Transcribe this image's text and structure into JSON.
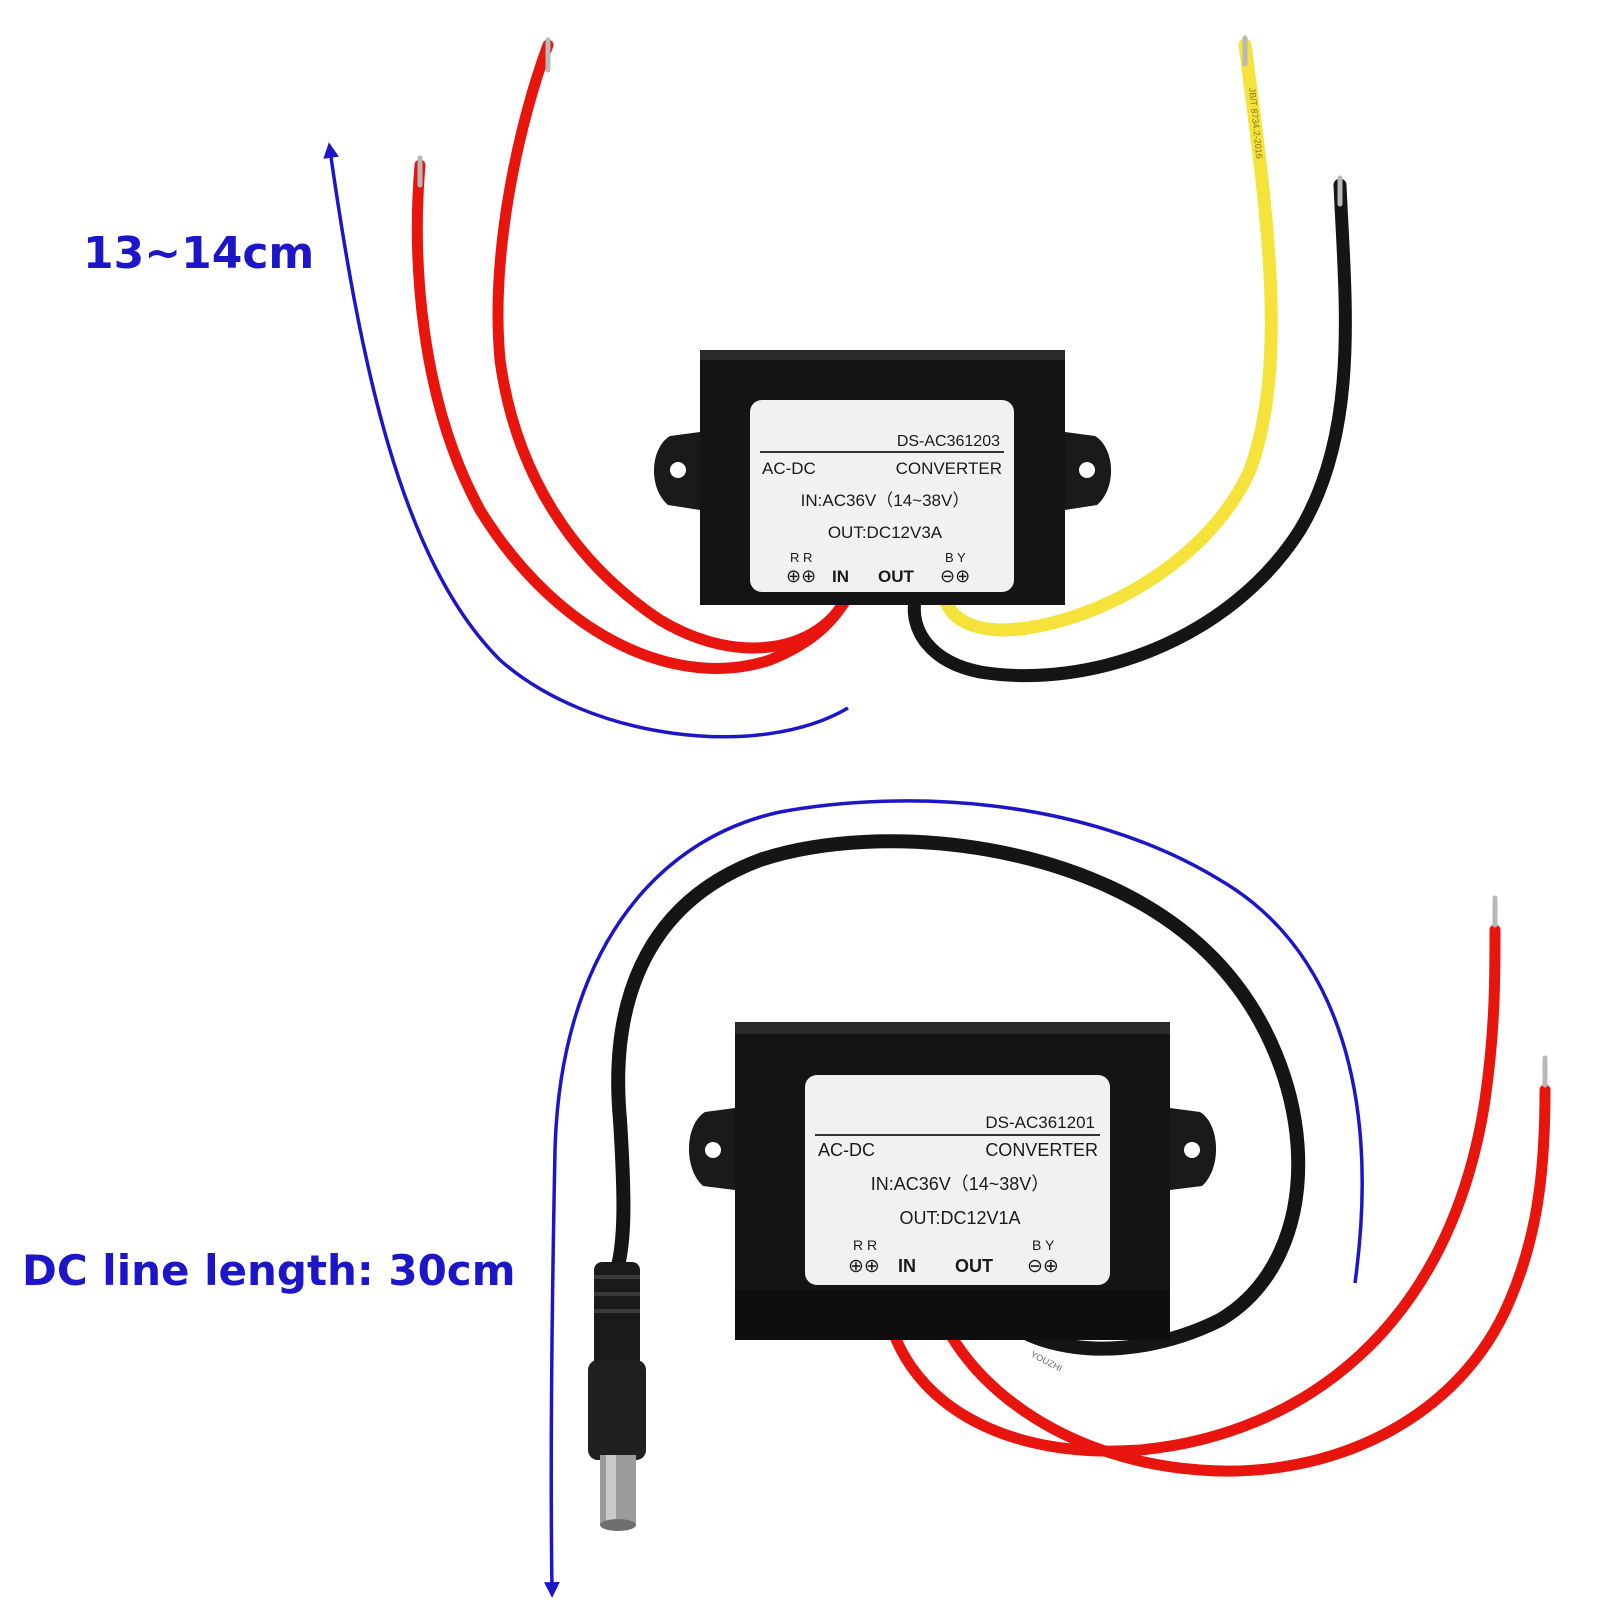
{
  "measurements": {
    "top_length": "13~14cm",
    "bottom_length": "DC line length: 30cm"
  },
  "converters": [
    {
      "model": "DS-AC361203",
      "type_left": "AC-DC",
      "type_right": "CONVERTER",
      "input_spec": "IN:AC36V（14~38V）",
      "output_spec": "OUT:DC12V3A",
      "in_wire_letters": "R R",
      "in_label": "IN",
      "out_label": "OUT",
      "out_wire_letters": "B Y",
      "cable_print": "JB/T 8734.2-2016"
    },
    {
      "model": "DS-AC361201",
      "type_left": "AC-DC",
      "type_right": "CONVERTER",
      "input_spec": "IN:AC36V（14~38V）",
      "output_spec": "OUT:DC12V1A",
      "in_wire_letters": "R R",
      "in_label": "IN",
      "out_label": "OUT",
      "out_wire_letters": "B Y",
      "cable_print": "YOUZHI"
    }
  ],
  "colors": {
    "arrow": "#1c16c8",
    "wire_red": "#e8150f",
    "wire_yellow": "#f5e23a",
    "wire_black": "#151515",
    "case": "#141414",
    "label_bg": "#f1f1f1"
  }
}
